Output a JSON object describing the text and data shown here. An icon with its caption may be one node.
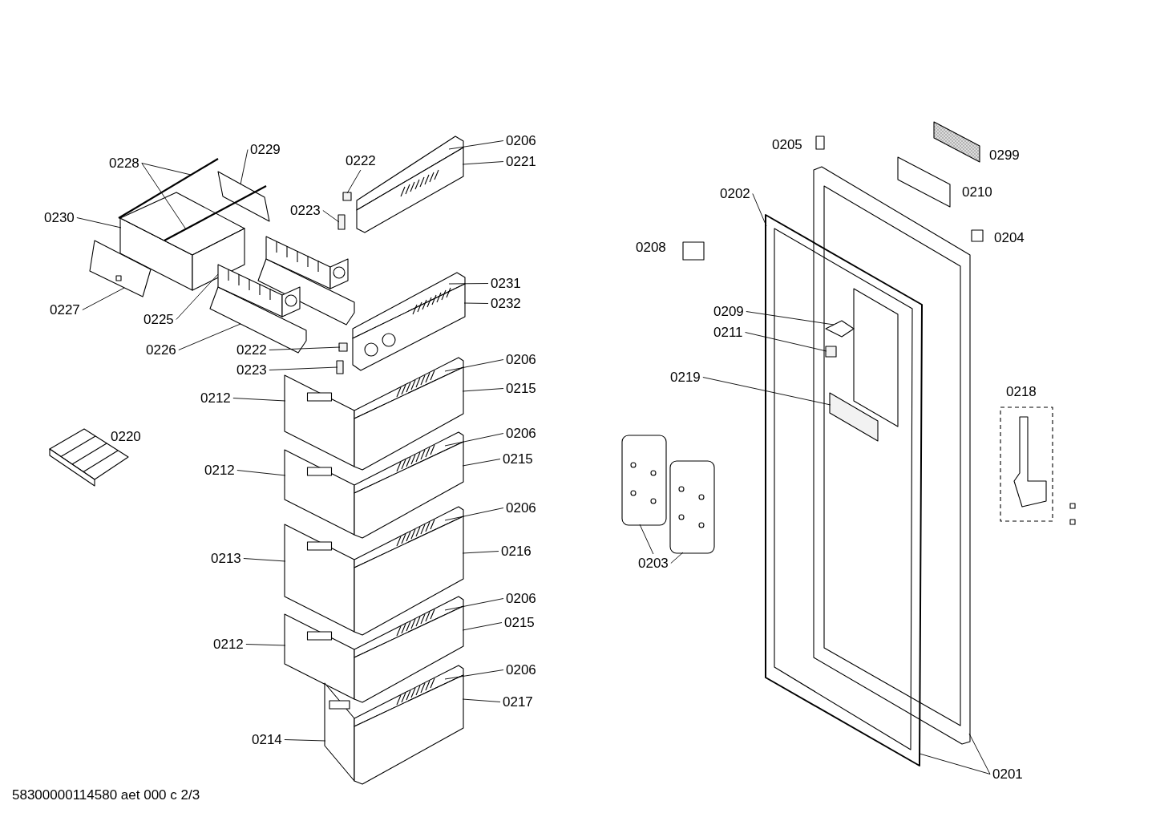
{
  "diagram": {
    "nodes": [
      {
        "text": [
          "0228"
        ]
      },
      {
        "text": [
          "0229"
        ]
      },
      {
        "text": [
          "0230"
        ]
      },
      {
        "text": [
          "0227"
        ]
      },
      {
        "text": [
          "0225"
        ]
      },
      {
        "text": [
          "0226"
        ]
      },
      {
        "text": [
          "0222"
        ]
      },
      {
        "text": [
          "0223"
        ]
      },
      {
        "text": [
          "0206"
        ]
      },
      {
        "text": [
          "0221"
        ]
      },
      {
        "text": [
          "0231"
        ]
      },
      {
        "text": [
          "0232"
        ]
      },
      {
        "text": [
          "0222"
        ]
      },
      {
        "text": [
          "0223"
        ]
      },
      {
        "text": [
          "0206"
        ]
      },
      {
        "text": [
          "0212"
        ]
      },
      {
        "text": [
          "0215"
        ]
      },
      {
        "text": [
          "0212"
        ]
      },
      {
        "text": [
          "0206"
        ]
      },
      {
        "text": [
          "0215"
        ]
      },
      {
        "text": [
          "0206"
        ]
      },
      {
        "text": [
          "0213"
        ]
      },
      {
        "text": [
          "0216"
        ]
      },
      {
        "text": [
          "0206"
        ]
      },
      {
        "text": [
          "0215"
        ]
      },
      {
        "text": [
          "0212"
        ]
      },
      {
        "text": [
          "0206"
        ]
      },
      {
        "text": [
          "0217"
        ]
      },
      {
        "text": [
          "0214"
        ]
      },
      {
        "text": [
          "0202"
        ]
      },
      {
        "text": [
          "0209"
        ]
      },
      {
        "text": [
          "0211"
        ]
      },
      {
        "text": [
          "0219"
        ]
      },
      {
        "text": [
          "0203"
        ]
      },
      {
        "text": [
          "0201"
        ]
      },
      {
        "text": [],
        "shape": "picture"
      },
      {
        "text": [],
        "shape": "picture"
      },
      {
        "text": [],
        "shape": "picture"
      },
      {
        "text": [],
        "shape": "picture"
      },
      {
        "text": [],
        "shape": "picture"
      },
      {
        "text": [],
        "shape": "picture"
      },
      {
        "text": [],
        "shape": "picture"
      },
      {
        "text": [],
        "shape": "box"
      },
      {
        "text": [],
        "shape": "box"
      },
      {
        "text": [],
        "shape": "picture"
      },
      {
        "text": [],
        "shape": "picture"
      },
      {
        "text": [],
        "shape": "picture"
      },
      {
        "text": [],
        "shape": "picture"
      },
      {
        "text": [],
        "shape": "box"
      },
      {
        "text": [],
        "shape": "box"
      },
      {
        "text": [],
        "shape": "picture"
      },
      {
        "text": [],
        "shape": "picture"
      },
      {
        "text": [],
        "shape": "picture"
      },
      {
        "text": [],
        "shape": "picture"
      },
      {
        "text": [],
        "shape": "picture"
      },
      {
        "text": [],
        "shape": "picture"
      },
      {
        "text": [],
        "shape": "picture"
      },
      {
        "text": [],
        "shape": "picture"
      },
      {
        "text": [],
        "shape": "picture"
      },
      {
        "text": [],
        "shape": "picture"
      },
      {
        "text": [],
        "shape": "picture"
      },
      {
        "text": [],
        "shape": "picture"
      },
      {
        "text": [],
        "shape": "picture"
      },
      {
        "text": [],
        "shape": "picture"
      },
      {
        "text": [],
        "shape": "picture"
      },
      {
        "text": [],
        "shape": "picture"
      },
      {
        "text": [],
        "shape": "picture"
      },
      {
        "text": [],
        "shape": "picture"
      },
      {
        "text": [],
        "shape": "box"
      },
      {
        "text": [],
        "shape": "box"
      },
      {
        "text": [],
        "shape": "picture"
      },
      {
        "text": [],
        "shape": "picture"
      }
    ],
    "edges": [
      {
        "from": 0,
        "to": 35,
        "arrow": "none"
      },
      {
        "from": 0,
        "to": 36,
        "arrow": "none"
      },
      {
        "from": 1,
        "to": 37,
        "arrow": "none"
      },
      {
        "from": 2,
        "to": 38,
        "arrow": "none"
      },
      {
        "from": 3,
        "to": 39,
        "arrow": "none"
      },
      {
        "from": 4,
        "to": 40,
        "arrow": "none"
      },
      {
        "from": 5,
        "to": 41,
        "arrow": "none"
      },
      {
        "from": 6,
        "to": 42,
        "arrow": "none"
      },
      {
        "from": 7,
        "to": 43,
        "arrow": "none"
      },
      {
        "from": 8,
        "to": 44,
        "arrow": "none"
      },
      {
        "from": 9,
        "to": 45,
        "arrow": "none"
      },
      {
        "from": 10,
        "to": 46,
        "arrow": "none"
      },
      {
        "from": 11,
        "to": 47,
        "arrow": "none"
      },
      {
        "from": 12,
        "to": 48,
        "arrow": "none"
      },
      {
        "from": 13,
        "to": 49,
        "arrow": "none"
      },
      {
        "from": 14,
        "to": 50,
        "arrow": "none"
      },
      {
        "from": 15,
        "to": 52,
        "arrow": "none"
      },
      {
        "from": 16,
        "to": 51,
        "arrow": "none"
      },
      {
        "from": 17,
        "to": 55,
        "arrow": "none"
      },
      {
        "from": 18,
        "to": 53,
        "arrow": "none"
      },
      {
        "from": 19,
        "to": 54,
        "arrow": "none"
      },
      {
        "from": 20,
        "to": 56,
        "arrow": "none"
      },
      {
        "from": 21,
        "to": 58,
        "arrow": "none"
      },
      {
        "from": 22,
        "to": 57,
        "arrow": "none"
      },
      {
        "from": 23,
        "to": 59,
        "arrow": "none"
      },
      {
        "from": 24,
        "to": 60,
        "arrow": "none"
      },
      {
        "from": 25,
        "to": 61,
        "arrow": "none"
      },
      {
        "from": 26,
        "to": 62,
        "arrow": "none"
      },
      {
        "from": 27,
        "to": 63,
        "arrow": "none"
      },
      {
        "from": 28,
        "to": 64,
        "arrow": "none"
      },
      {
        "from": 29,
        "to": 65,
        "arrow": "none"
      },
      {
        "from": 30,
        "to": 67,
        "arrow": "none"
      },
      {
        "from": 31,
        "to": 68,
        "arrow": "none"
      },
      {
        "from": 32,
        "to": 69,
        "arrow": "none"
      },
      {
        "from": 33,
        "to": 70,
        "arrow": "none"
      },
      {
        "from": 33,
        "to": 71,
        "arrow": "none"
      },
      {
        "from": 34,
        "to": 65,
        "arrow": "none"
      },
      {
        "from": 34,
        "to": 66,
        "arrow": "none"
      }
    ],
    "labels": [
      "0205",
      "0299",
      "0210",
      "0204",
      "0208",
      "0218",
      "0220",
      "58300000114580 aet 000 c 2/3"
    ]
  }
}
